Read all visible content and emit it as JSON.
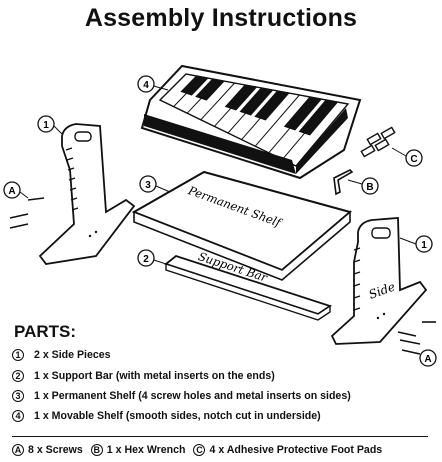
{
  "title": "Assembly Instructions",
  "diagram": {
    "callouts": {
      "shelf_movable": "4",
      "side_left": "1",
      "side_right": "1",
      "perm_shelf": "3",
      "support_bar": "2",
      "screws_left": "A",
      "screws_right": "A",
      "hex_wrench": "B",
      "foot_pads": "C"
    },
    "permanent_shelf_text": "Permanent Shelf",
    "support_bar_text": "Support Bar",
    "side_text": "Side"
  },
  "parts": {
    "heading": "PARTS:",
    "items": [
      {
        "num": "1",
        "text": "2 x Side Pieces"
      },
      {
        "num": "2",
        "text": "1 x Support Bar (with metal inserts on the ends)"
      },
      {
        "num": "3",
        "text": "1 x Permanent Shelf (4 screw holes and metal inserts on sides)"
      },
      {
        "num": "4",
        "text": "1 x Movable Shelf (smooth sides, notch cut in underside)"
      }
    ]
  },
  "hardware": [
    {
      "num": "A",
      "text": "8 x Screws"
    },
    {
      "num": "B",
      "text": "1 x Hex Wrench"
    },
    {
      "num": "C",
      "text": "4 x Adhesive Protective Foot Pads"
    }
  ]
}
